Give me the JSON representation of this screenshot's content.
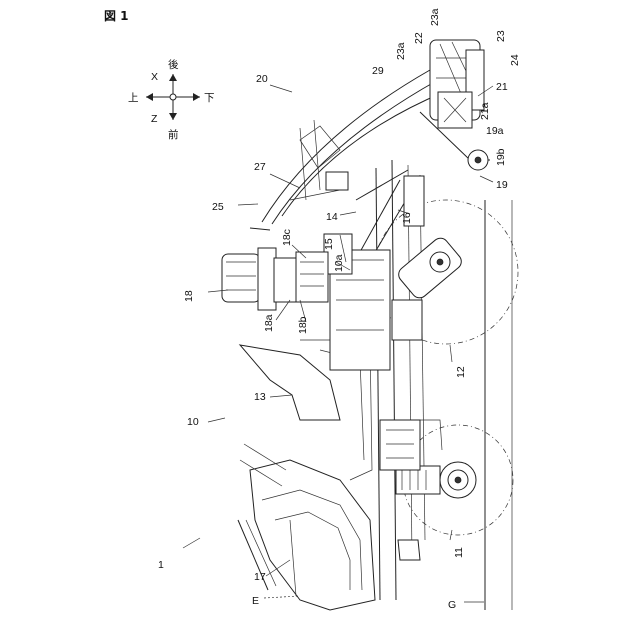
{
  "figure": {
    "title": "図 1",
    "axes": {
      "up": "上",
      "down": "下",
      "front": "前",
      "rear": "後",
      "x": "X",
      "z": "Z"
    },
    "labels": {
      "l1": "1",
      "l10": "10",
      "l10a": "10a",
      "l11": "11",
      "l12": "12",
      "l13": "13",
      "l14": "14",
      "l15": "15",
      "l16": "16",
      "l17": "17",
      "l18": "18",
      "l18a": "18a",
      "l18b": "18b",
      "l18c": "18c",
      "l19": "19",
      "l19a": "19a",
      "l19b": "19b",
      "l20": "20",
      "l21": "21",
      "l21a": "21a",
      "l22": "22",
      "l23": "23",
      "l23a_left": "23a",
      "l23a_right": "23a",
      "l24": "24",
      "l25": "25",
      "l27": "27",
      "l29": "29",
      "lE": "E",
      "lG": "G"
    }
  }
}
